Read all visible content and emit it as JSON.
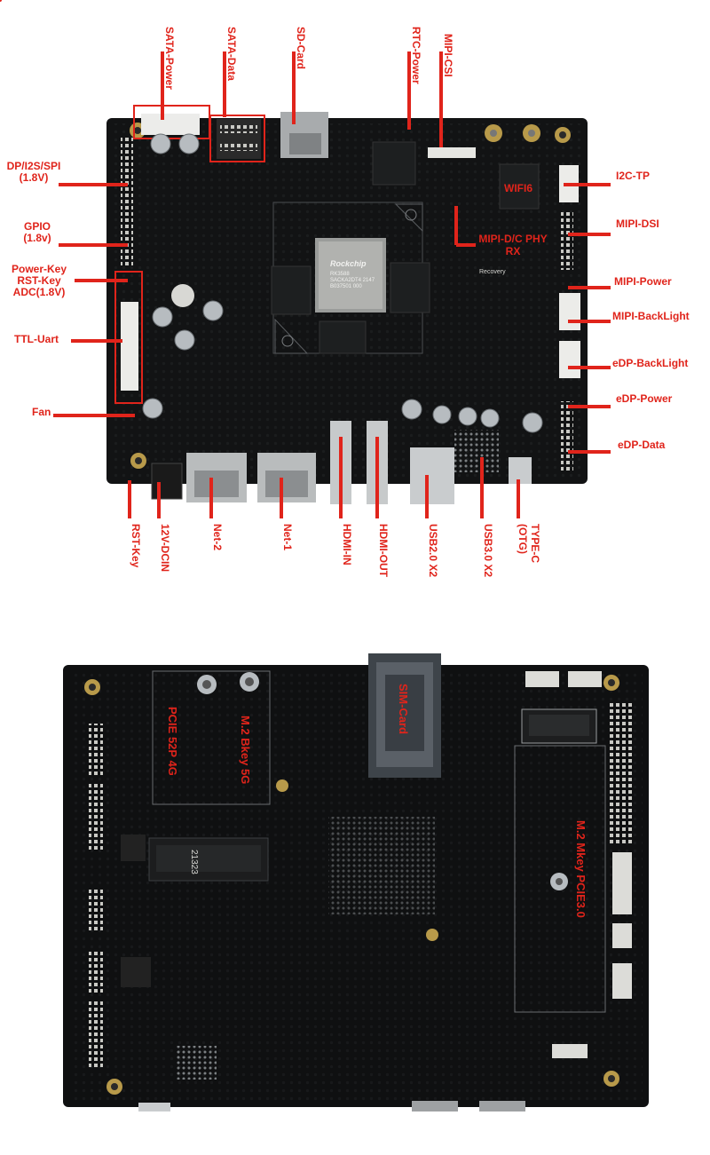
{
  "top_view": {
    "top_labels": [
      {
        "text": "SATA-Power"
      },
      {
        "text": "SATA-Data"
      },
      {
        "text": "SD-Card"
      },
      {
        "text": "RTC-Power"
      },
      {
        "text": "MIPI-CSI"
      }
    ],
    "left_labels": [
      {
        "lines": [
          "DP/I2S/SPI",
          "(1.8V)"
        ]
      },
      {
        "lines": [
          "GPIO",
          "(1.8v)"
        ]
      },
      {
        "lines": [
          "Power-Key",
          "RST-Key",
          "ADC(1.8V)"
        ]
      },
      {
        "lines": [
          "TTL-Uart"
        ]
      },
      {
        "lines": [
          "Fan"
        ]
      }
    ],
    "right_labels": [
      {
        "text": "I2C-TP"
      },
      {
        "text": "MIPI-DSI"
      },
      {
        "text": "MIPI-Power"
      },
      {
        "text": "MIPI-BackLight"
      },
      {
        "text": "eDP-BackLight"
      },
      {
        "text": "eDP-Power"
      },
      {
        "text": "eDP-Data"
      }
    ],
    "bottom_labels": [
      {
        "lines": [
          "RST-Key"
        ]
      },
      {
        "lines": [
          "12V-DCIN"
        ]
      },
      {
        "lines": [
          "Net-2"
        ]
      },
      {
        "lines": [
          "Net-1"
        ]
      },
      {
        "lines": [
          "HDMI-IN"
        ]
      },
      {
        "lines": [
          "HDMI-OUT"
        ]
      },
      {
        "lines": [
          "USB2.0 X2"
        ]
      },
      {
        "lines": [
          "USB3.0 X2"
        ]
      },
      {
        "lines": [
          "TYPE-C",
          "(OTG)"
        ]
      }
    ],
    "board_labels": {
      "wifi": "WIFI6",
      "mipi_phy": [
        "MIPI-D/C PHY",
        "RX"
      ],
      "chip_brand": "Rockchip",
      "chip_lines": [
        "RK3588",
        "SACKA2DT4 2147",
        "B037501 000"
      ],
      "recovery": "Recovery"
    }
  },
  "bottom_view": {
    "board_labels": {
      "pcie": "PCIE 52P 4G",
      "m2_bkey": "M.2 Bkey 5G",
      "sim": "SIM-Card",
      "m2_mkey": "M.2 Mkey PCIE3.0",
      "silk": "21323"
    }
  },
  "colors": {
    "label": "#e0241b",
    "board": "#111212",
    "board_edge": "#1b1d1e",
    "gold": "#b89a4a",
    "silver": "#b7bcc0"
  }
}
